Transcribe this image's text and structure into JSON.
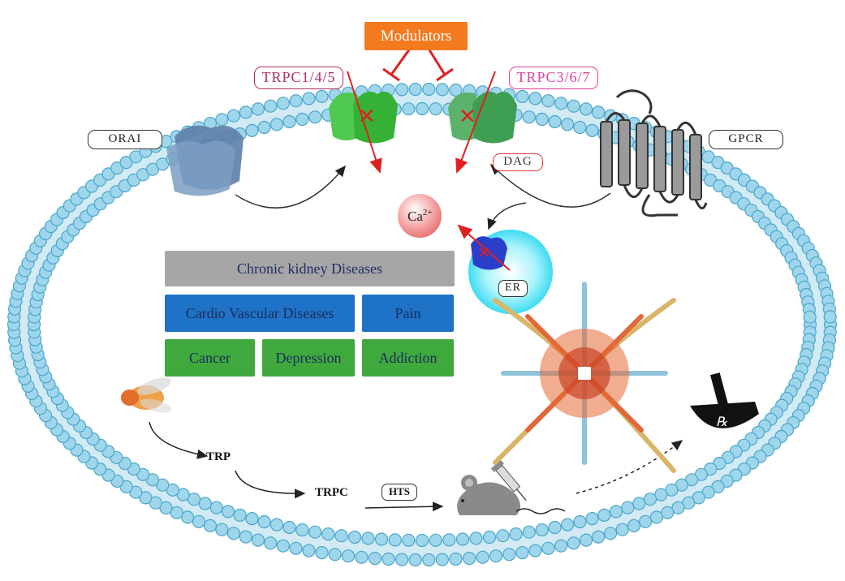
{
  "labels": {
    "modulators": "Modulators",
    "trpc145": "TRPC1/4/5",
    "trpc367": "TRPC3/6/7",
    "orai": "ORAI",
    "gpcr": "GPCR",
    "dag": "DAG",
    "ca_base": "Ca",
    "ca_sup": "2+",
    "er": "ER",
    "trp": "TRP",
    "trpc": "TRPC",
    "hts": "HTS"
  },
  "diseases": {
    "chronic_kidney": "Chronic kidney Diseases",
    "cardio": "Cardio Vascular Diseases",
    "pain": "Pain",
    "cancer": "Cancer",
    "depression": "Depression",
    "addiction": "Addiction"
  },
  "colors": {
    "membrane_head": "#9fd6ec",
    "membrane_stroke": "#4aa6c9",
    "modulators_bg": "#f47a20",
    "inhibit": "#e02020",
    "trpc145_border": "#b0306a",
    "trpc367_border": "#e0409a",
    "dag_border": "#e03a3a",
    "gray_box": "#a6a6a6",
    "blue_box": "#1e73c6",
    "green_box": "#3fa93e"
  }
}
